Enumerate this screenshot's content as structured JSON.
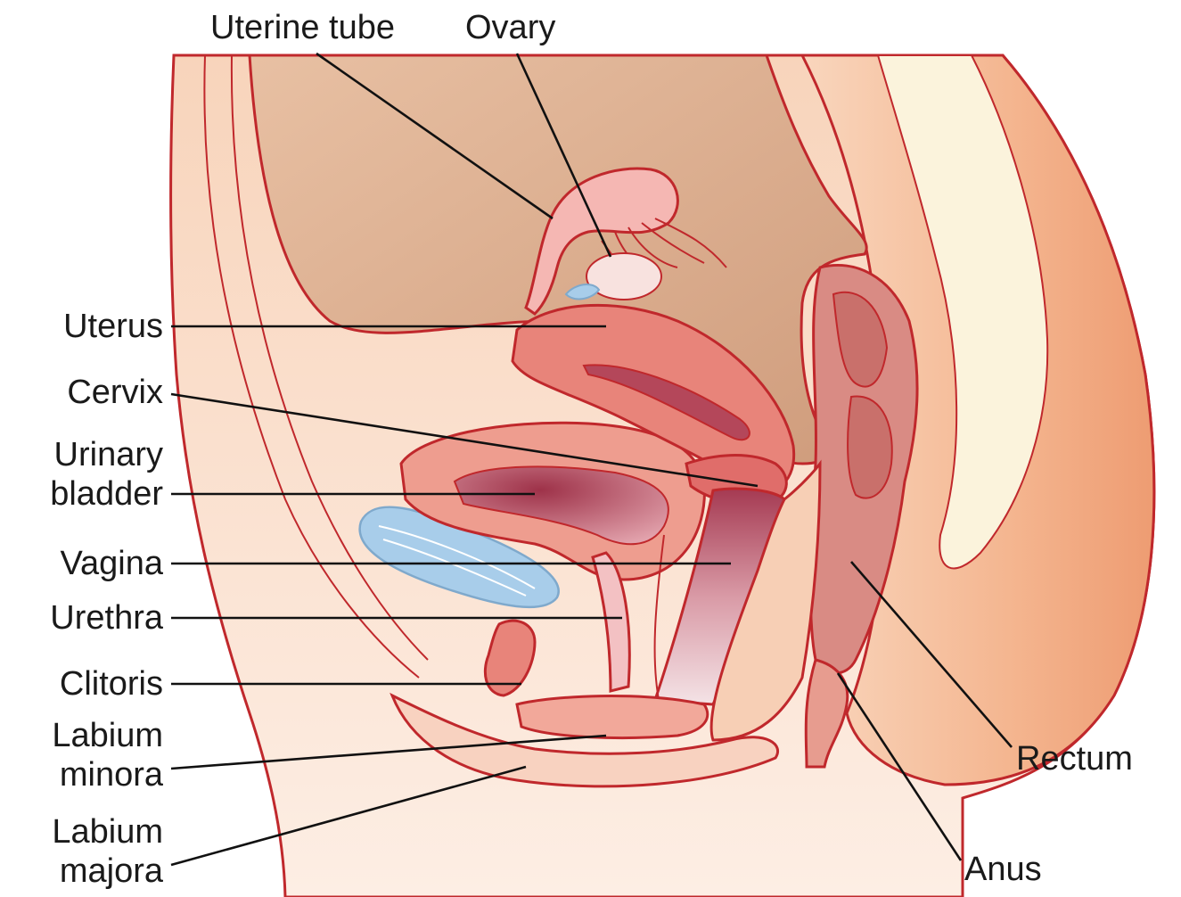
{
  "labels": {
    "uterine_tube": "Uterine tube",
    "ovary": "Ovary",
    "uterus": "Uterus",
    "cervix": "Cervix",
    "urinary_line1": "Urinary",
    "urinary_line2": "bladder",
    "vagina": "Vagina",
    "urethra": "Urethra",
    "clitoris": "Clitoris",
    "labium_minora_line1": "Labium",
    "labium_minora_line2": "minora",
    "labium_majora_line1": "Labium",
    "labium_majora_line2": "majora",
    "rectum": "Rectum",
    "anus": "Anus"
  },
  "colors": {
    "outline": "#c0282c",
    "skin_light": "#fbe3d3",
    "skin_mid": "#f6c9aa",
    "peritoneal_cavity": "#d9a98a",
    "uterus": "#e8847a",
    "bladder_lumen": "#b4475a",
    "rectum": "#d98b84",
    "pubic_bone": "#a8cdea",
    "leader": "#111111"
  }
}
